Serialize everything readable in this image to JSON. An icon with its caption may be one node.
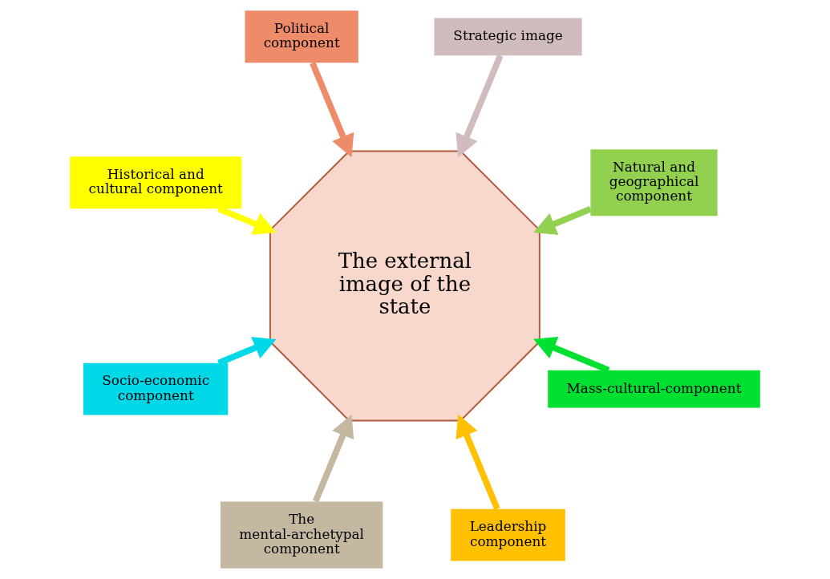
{
  "diagram": {
    "nodes": [
      {
        "text": [
          "The external image of the state"
        ]
      },
      {
        "text": [
          "Natural and geographical component"
        ]
      },
      {
        "text": [
          "Strategic image"
        ]
      },
      {
        "text": [
          "Political component"
        ]
      },
      {
        "text": [
          "Historical and cultural component"
        ]
      },
      {
        "text": [
          "Socio-economic component"
        ]
      },
      {
        "text": [
          "The mental-archetypal component"
        ]
      },
      {
        "text": [
          "Leadership component"
        ]
      },
      {
        "text": [
          "Mass-cultural-component"
        ]
      }
    ],
    "edges": [
      {
        "from": 1,
        "to": 0,
        "arrow": "to",
        "color": "#92d050"
      },
      {
        "from": 2,
        "to": 0,
        "arrow": "to",
        "color": "#d0bcbc"
      },
      {
        "from": 4,
        "to": 0,
        "arrow": "to",
        "color": "#ffff00"
      },
      {
        "from": 6,
        "to": 0,
        "arrow": "to",
        "color": "#c4b8a0"
      },
      {
        "from": 8,
        "to": 0,
        "arrow": "to",
        "color": "#00e030"
      },
      {
        "from": 7,
        "to": 0,
        "arrow": "to",
        "color": "#ffc000"
      },
      {
        "from": 5,
        "to": 0,
        "arrow": "to",
        "color": "#00d8e8"
      },
      {
        "from": 3,
        "to": 0,
        "arrow": "to",
        "color": "#ee8c6a"
      }
    ]
  }
}
